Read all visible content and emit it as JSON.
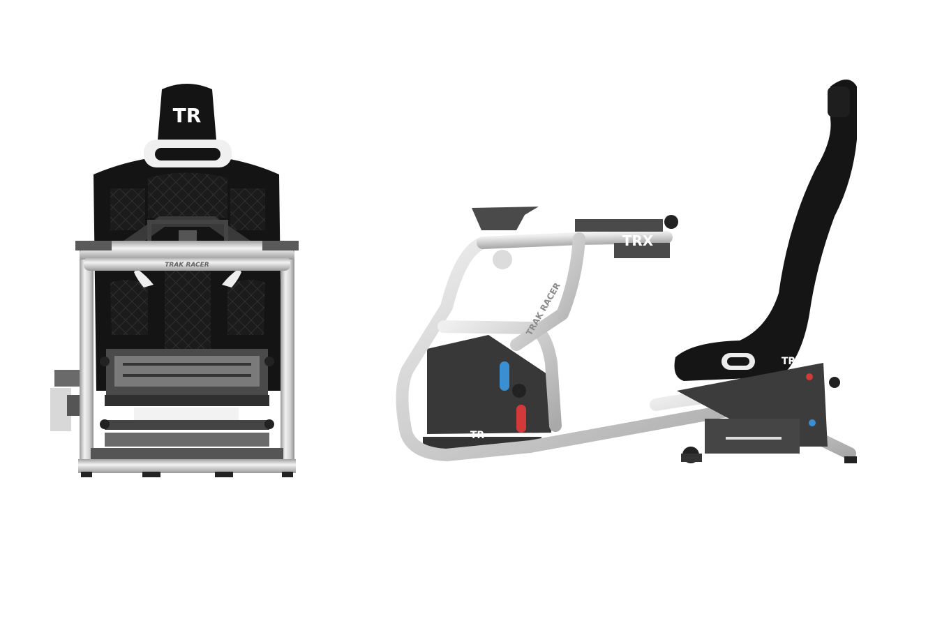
{
  "front_view": {
    "headrest_logo": "TR",
    "crossbar_label": "TRAK RACER"
  },
  "side_view": {
    "mount_logo": "TRX",
    "frame_label": "TRAK RACER",
    "base_logo": "TR",
    "seat_logo": "TR"
  },
  "colors": {
    "frame_silver": "#c9c9c9",
    "seat_black": "#151515",
    "plate_dark": "#3a3a3a",
    "accent_red": "#d23a3a",
    "accent_blue": "#3a8fd2"
  }
}
